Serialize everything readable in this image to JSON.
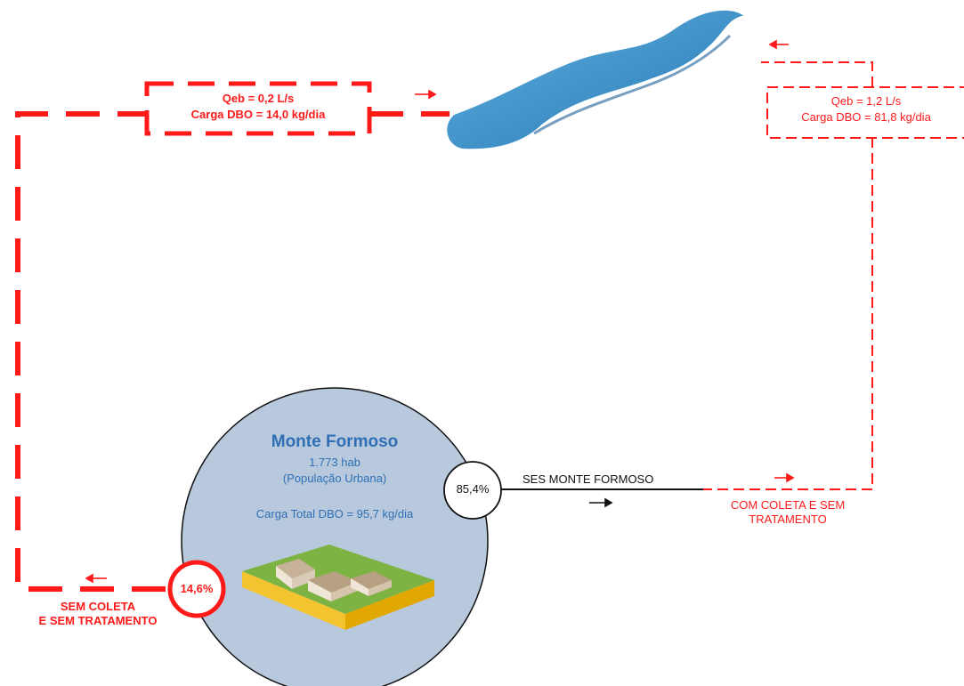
{
  "city": {
    "name": "Monte Formoso",
    "population": "1.773 hab",
    "population_note": "(População Urbana)",
    "total_load": "Carga Total DBO = 95,7 kg/dia"
  },
  "branch_no_collection": {
    "percent": "14,6%",
    "label_line1": "SEM COLETA",
    "label_line2": "E SEM TRATAMENTO",
    "flow_box": {
      "flow": "Qeb = 0,2 L/s",
      "load": "Carga DBO = 14,0 kg/dia"
    }
  },
  "branch_collection": {
    "percent": "85,4%",
    "system_name": "SES MONTE FORMOSO",
    "label_line1": "COM COLETA E SEM",
    "label_line2": "TRATAMENTO",
    "flow_box": {
      "flow": "Qeb = 1,2 L/s",
      "load": "Carga DBO = 81,8 kg/dia"
    }
  },
  "colors": {
    "dashed_line": "#ff1a1a",
    "city_circle": "#b9c9dd",
    "river": "#3f8fc4",
    "city_text": "#2f6fb5"
  },
  "icons": [
    "river-icon",
    "village-icon",
    "arrow-right-icon",
    "arrow-left-icon"
  ]
}
